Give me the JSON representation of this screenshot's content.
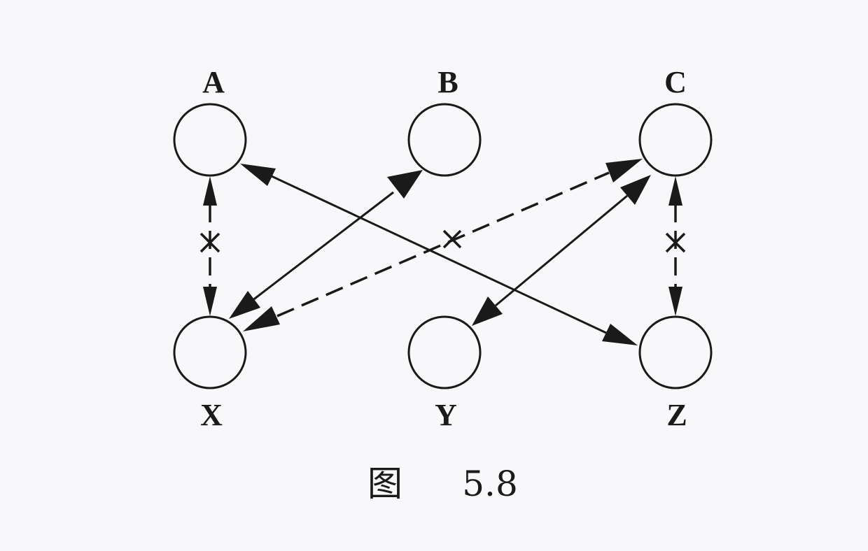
{
  "diagram": {
    "nodes": [
      {
        "id": "A",
        "label": "A"
      },
      {
        "id": "B",
        "label": "B"
      },
      {
        "id": "C",
        "label": "C"
      },
      {
        "id": "X",
        "label": "X"
      },
      {
        "id": "Y",
        "label": "Y"
      },
      {
        "id": "Z",
        "label": "Z"
      }
    ],
    "edges": [
      {
        "from": "A",
        "to": "X",
        "style": "dashed",
        "direction": "both",
        "blocked": true
      },
      {
        "from": "B",
        "to": "X",
        "style": "solid",
        "direction": "both",
        "blocked": false
      },
      {
        "from": "A",
        "to": "Z",
        "style": "solid",
        "direction": "both",
        "blocked": false
      },
      {
        "from": "X",
        "to": "C",
        "style": "dashed",
        "direction": "both",
        "blocked": true
      },
      {
        "from": "Y",
        "to": "C",
        "style": "solid",
        "direction": "both",
        "blocked": false
      },
      {
        "from": "C",
        "to": "Z",
        "style": "dashed",
        "direction": "both",
        "blocked": true
      }
    ],
    "caption_prefix": "图",
    "caption_number": "5.8"
  }
}
